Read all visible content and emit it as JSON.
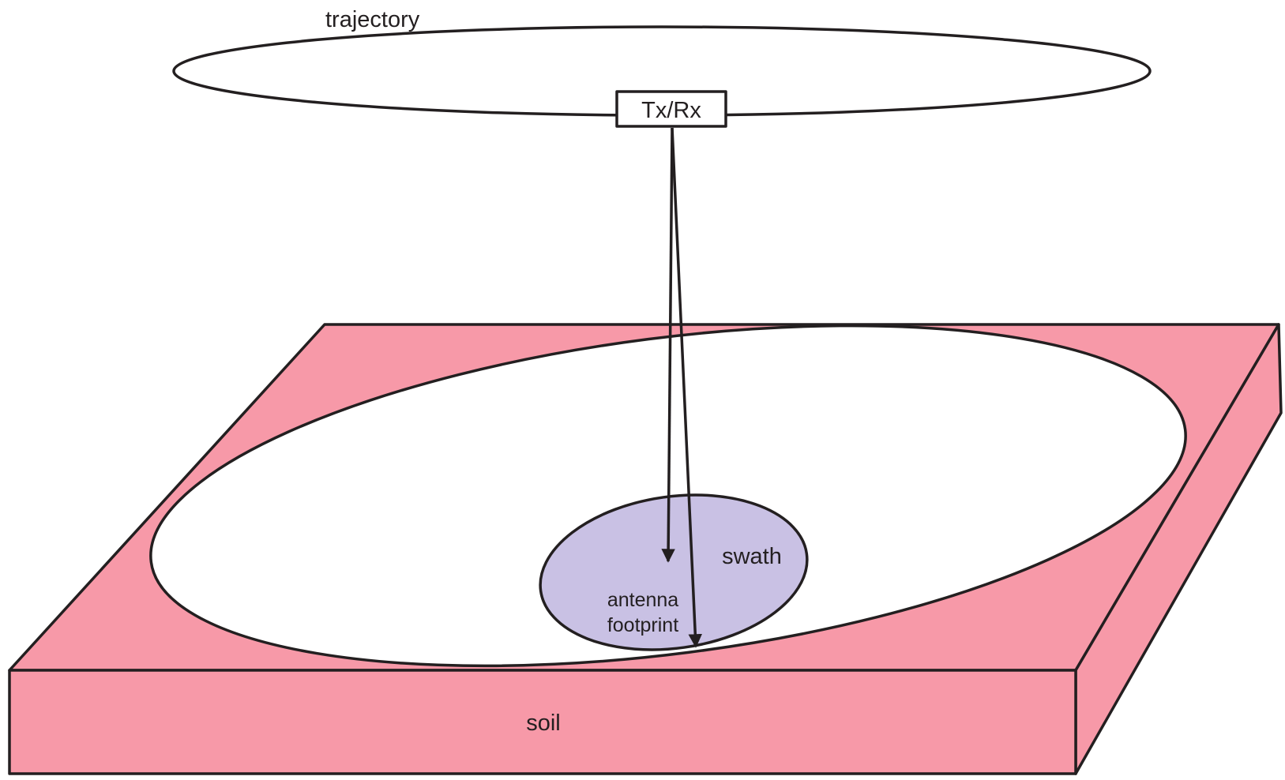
{
  "diagram": {
    "labels": {
      "trajectory": "trajectory",
      "txrx": "Tx/Rx",
      "swath": "swath",
      "antenna_footprint_line1": "antenna",
      "antenna_footprint_line2": "footprint",
      "soil": "soil"
    },
    "colors": {
      "soil_fill": "#f799a8",
      "footprint_fill": "#c9c1e4",
      "swath_fill": "#ffffff",
      "stroke": "#231f20",
      "background": "#ffffff"
    }
  }
}
